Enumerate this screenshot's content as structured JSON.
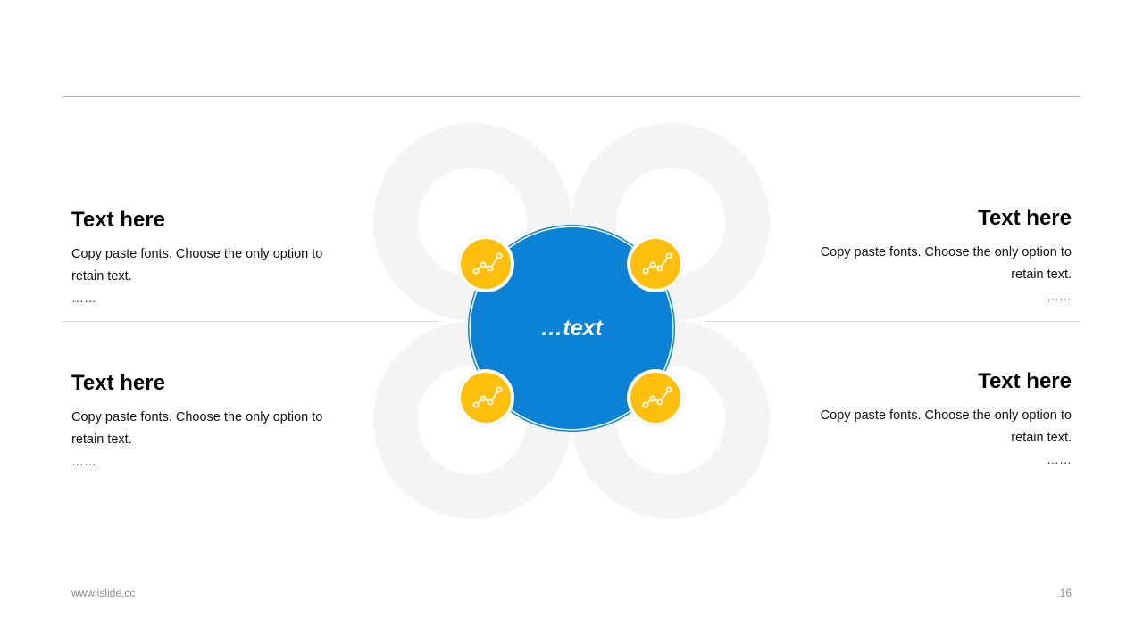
{
  "center": {
    "label": "…text"
  },
  "blocks": [
    {
      "title": "Text here",
      "body": "Copy paste fonts. Choose the only option to retain text.",
      "more": "……"
    },
    {
      "title": "Text here",
      "body": "Copy paste fonts. Choose the only option to retain text.",
      "more": "……"
    },
    {
      "title": "Text here",
      "body": "Copy paste fonts. Choose the only option to retain text.",
      "more": "……"
    },
    {
      "title": "Text here",
      "body": "Copy paste fonts. Choose the only option to retain text.",
      "more": "……"
    }
  ],
  "icons": {
    "badge": "trend-line-icon"
  },
  "colors": {
    "hub": "#0a83d6",
    "badge": "#fdbf0c",
    "petal": "#f4f4f4"
  },
  "footer": {
    "url": "www.islide.cc",
    "page": "16"
  }
}
